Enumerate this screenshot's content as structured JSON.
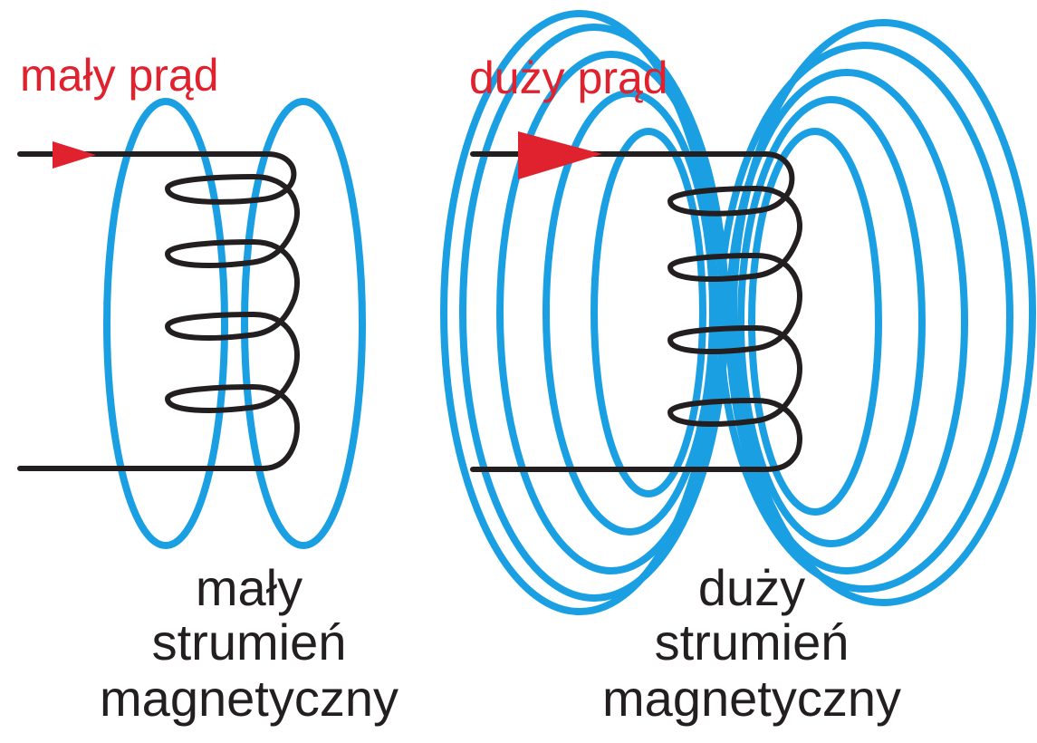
{
  "colors": {
    "current_label": "#e0212e",
    "flux_label": "#231f20",
    "field_line": "#1aa0e2",
    "wire": "#231f20",
    "arrow": "#e0212e"
  },
  "left_panel": {
    "current_label": "mały prąd",
    "flux_label": [
      "mały",
      "strumień",
      "magnetyczny"
    ]
  },
  "right_panel": {
    "current_label": "duży prąd",
    "flux_label": [
      "duży",
      "strumień",
      "magnetyczny"
    ]
  }
}
